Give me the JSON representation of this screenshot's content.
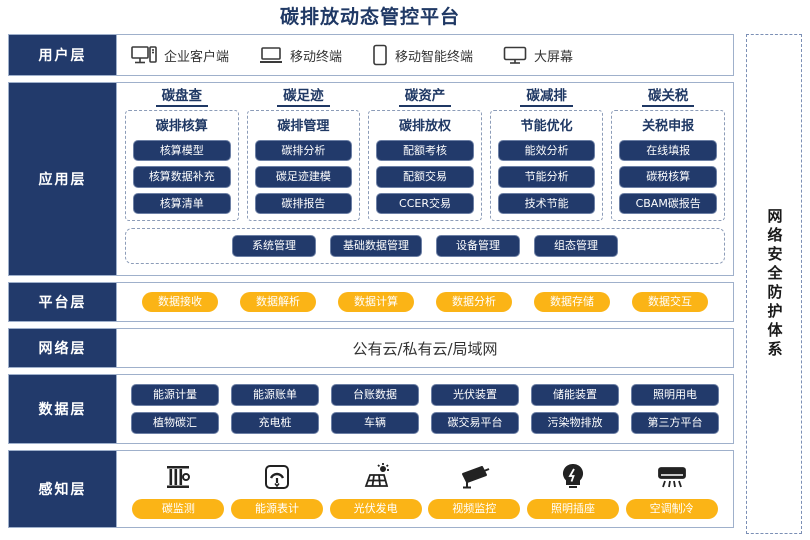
{
  "title": "碳排放动态管控平台",
  "security_panel": {
    "label": "网络安全防护体系"
  },
  "layers": {
    "user": {
      "label": "用户层",
      "items": [
        {
          "label": "企业客户端",
          "icon": "desktop-tower-icon"
        },
        {
          "label": "移动终端",
          "icon": "laptop-icon"
        },
        {
          "label": "移动智能终端",
          "icon": "smartphone-icon"
        },
        {
          "label": "大屏幕",
          "icon": "large-screen-icon"
        }
      ]
    },
    "application": {
      "label": "应用层",
      "columns": [
        {
          "title": "碳盘查",
          "subtitle": "碳排核算",
          "items": [
            "核算模型",
            "核算数据补充",
            "核算清单"
          ]
        },
        {
          "title": "碳足迹",
          "subtitle": "碳排管理",
          "items": [
            "碳排分析",
            "碳足迹建模",
            "碳排报告"
          ]
        },
        {
          "title": "碳资产",
          "subtitle": "碳排放权",
          "items": [
            "配额考核",
            "配额交易",
            "CCER交易"
          ]
        },
        {
          "title": "碳减排",
          "subtitle": "节能优化",
          "items": [
            "能效分析",
            "节能分析",
            "技术节能"
          ]
        },
        {
          "title": "碳关税",
          "subtitle": "关税申报",
          "items": [
            "在线填报",
            "碳税核算",
            "CBAM碳报告"
          ]
        }
      ],
      "management": [
        "系统管理",
        "基础数据管理",
        "设备管理",
        "组态管理"
      ]
    },
    "platform": {
      "label": "平台层",
      "items": [
        "数据接收",
        "数据解析",
        "数据计算",
        "数据分析",
        "数据存储",
        "数据交互"
      ]
    },
    "network": {
      "label": "网络层",
      "text": "公有云/私有云/局域网"
    },
    "data": {
      "label": "数据层",
      "row1": [
        "能源计量",
        "能源账单",
        "台账数据",
        "光伏装置",
        "储能装置",
        "照明用电"
      ],
      "row2": [
        "植物碳汇",
        "充电桩",
        "车辆",
        "碳交易平台",
        "污染物排放",
        "第三方平台"
      ]
    },
    "perception": {
      "label": "感知层",
      "items": [
        {
          "label": "碳监测",
          "icon": "carbon-sensor-icon"
        },
        {
          "label": "能源表计",
          "icon": "gauge-meter-icon"
        },
        {
          "label": "光伏发电",
          "icon": "solar-panel-icon"
        },
        {
          "label": "视频监控",
          "icon": "cctv-camera-icon"
        },
        {
          "label": "照明插座",
          "icon": "light-bulb-icon"
        },
        {
          "label": "空调制冷",
          "icon": "air-conditioner-icon"
        }
      ]
    }
  },
  "colors": {
    "navy": "#223A6B",
    "title_navy": "#1F3864",
    "amber": "#FBB416",
    "border": "#9FB0CB",
    "dashed": "#8C9CB8"
  }
}
